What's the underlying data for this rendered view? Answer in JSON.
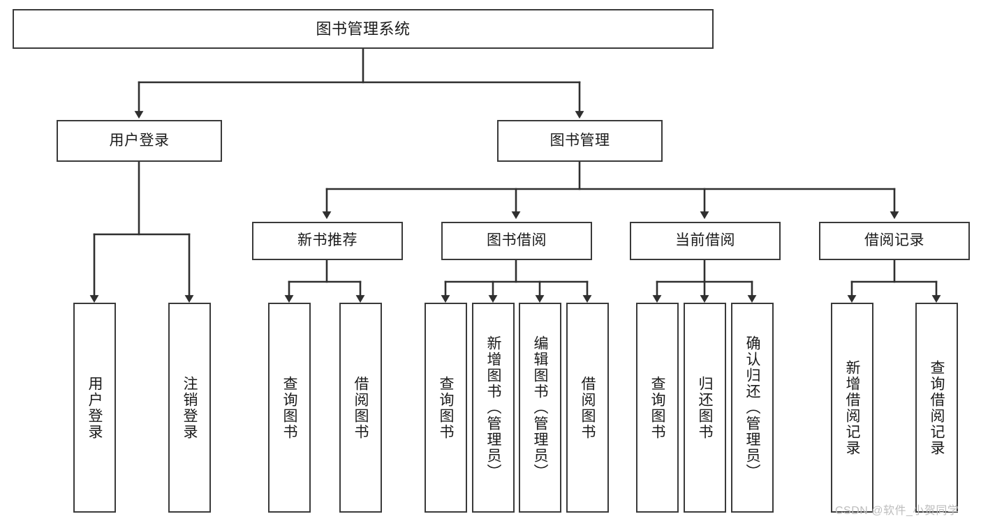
{
  "diagram": {
    "kind": "function-tree",
    "title": "图书管理系统",
    "watermark": "CSDN @软件_小贺同学",
    "colors": {
      "box_border": "#3a3a3a",
      "box_fill": "#ffffff",
      "connector": "#2f2f2f",
      "text": "#1a1a1a",
      "watermark": "#bdbdbd",
      "background": "#ffffff"
    },
    "root": {
      "label": "图书管理系统",
      "orientation": "horizontal"
    },
    "level2": [
      {
        "id": "user-login",
        "label": "用户登录",
        "orientation": "horizontal"
      },
      {
        "id": "book-management",
        "label": "图书管理",
        "orientation": "horizontal"
      }
    ],
    "level3": [
      {
        "id": "new-book-recommend",
        "label": "新书推荐",
        "orientation": "horizontal",
        "parent": "book-management"
      },
      {
        "id": "book-borrow",
        "label": "图书借阅",
        "orientation": "horizontal",
        "parent": "book-management"
      },
      {
        "id": "current-borrow",
        "label": "当前借阅",
        "orientation": "horizontal",
        "parent": "book-management"
      },
      {
        "id": "borrow-record",
        "label": "借阅记录",
        "orientation": "horizontal",
        "parent": "book-management"
      }
    ],
    "leaves": [
      {
        "id": "leaf-user-login",
        "label": "用户登录",
        "orientation": "vertical",
        "parent": "user-login"
      },
      {
        "id": "leaf-user-logout",
        "label": "注销登录",
        "orientation": "vertical",
        "parent": "user-login"
      },
      {
        "id": "leaf-query-book-rec",
        "label": "查询图书",
        "orientation": "vertical",
        "parent": "new-book-recommend"
      },
      {
        "id": "leaf-borrow-book-rec",
        "label": "借阅图书",
        "orientation": "vertical",
        "parent": "new-book-recommend"
      },
      {
        "id": "leaf-query-book-borrow",
        "label": "查询图书",
        "orientation": "vertical",
        "parent": "book-borrow"
      },
      {
        "id": "leaf-add-book",
        "label": "新增图书（管理员）",
        "orientation": "vertical",
        "parent": "book-borrow"
      },
      {
        "id": "leaf-edit-book",
        "label": "编辑图书（管理员）",
        "orientation": "vertical",
        "parent": "book-borrow"
      },
      {
        "id": "leaf-borrow-book",
        "label": "借阅图书",
        "orientation": "vertical",
        "parent": "book-borrow"
      },
      {
        "id": "leaf-query-book-current",
        "label": "查询图书",
        "orientation": "vertical",
        "parent": "current-borrow"
      },
      {
        "id": "leaf-return-book",
        "label": "归还图书",
        "orientation": "vertical",
        "parent": "current-borrow"
      },
      {
        "id": "leaf-confirm-return",
        "label": "确认归还（管理员）",
        "orientation": "vertical",
        "parent": "current-borrow"
      },
      {
        "id": "leaf-add-record",
        "label": "新增借阅记录",
        "orientation": "vertical",
        "parent": "borrow-record"
      },
      {
        "id": "leaf-query-record",
        "label": "查询借阅记录",
        "orientation": "vertical",
        "parent": "borrow-record"
      }
    ]
  }
}
